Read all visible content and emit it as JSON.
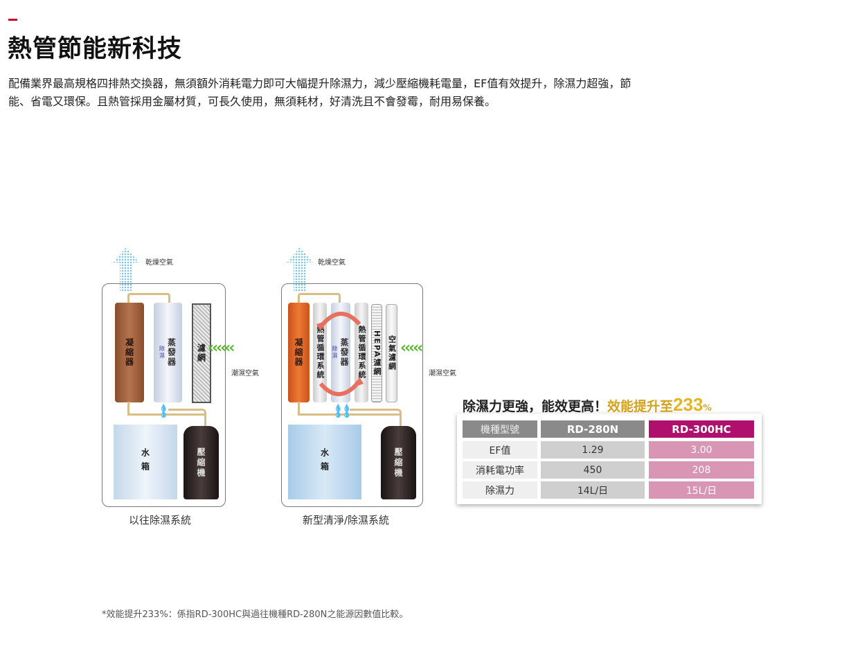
{
  "title": "熱管節能新科技",
  "description": "配備業界最高規格四排熱交換器，無須額外消耗電力即可大幅提升除濕力，減少壓縮機耗電量，EF值有效提升，除濕力超強，節能、省電又環保。且熱管採用金屬材質，可長久使用，無須耗材，好清洗且不會發霉，耐用易保養。",
  "diagram_old": {
    "dry_air": "乾燥空氣",
    "humid_air": "潮濕空氣",
    "condenser": "凝縮器",
    "evaporator": "蒸發器",
    "dehumid": "除濕",
    "filter": "濾網",
    "tank": "水箱",
    "compressor": "壓縮機",
    "caption": "以往除濕系統"
  },
  "diagram_new": {
    "dry_air": "乾燥空氣",
    "humid_air": "潮濕空氣",
    "condenser": "凝縮器",
    "heatpipe": "熱管循環系統",
    "evaporator": "蒸發器",
    "dehumid": "除濕",
    "hepa": "HEPA濾網",
    "air_filter": "空氣濾網",
    "tank": "水箱",
    "compressor": "壓縮機",
    "caption": "新型清淨/除濕系統"
  },
  "comparison": {
    "headline": "除濕力更強，能效更高！",
    "headline_gold": "效能提升至",
    "headline_num": "233",
    "headline_pct": "%",
    "headers": [
      "機種型號",
      "RD-280N",
      "RD-300HC"
    ],
    "rows": [
      [
        "EF值",
        "1.29",
        "3.00"
      ],
      [
        "消耗電功率",
        "450",
        "208"
      ],
      [
        "除濕力",
        "14L/日",
        "15L/日"
      ]
    ],
    "colors": {
      "old_header": "#8a8a8a",
      "new_header": "#b0106d",
      "new_cell": "#d895b4"
    }
  },
  "footnote": "*效能提升233%：係指RD-300HC與過往機種RD-280N之能源因數值比較。"
}
